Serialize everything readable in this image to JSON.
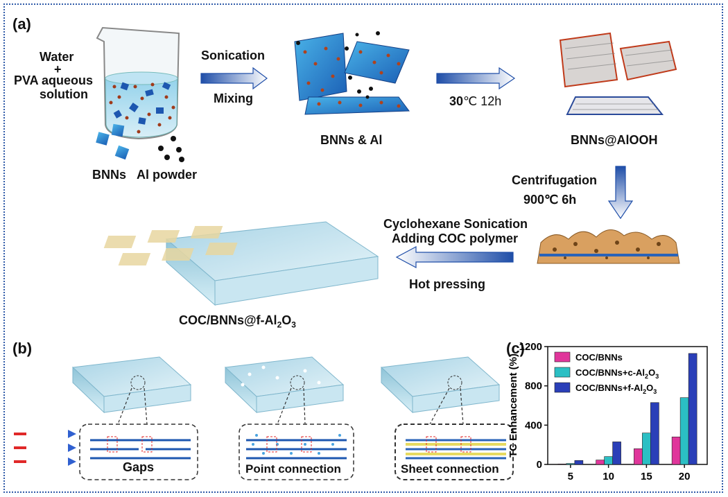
{
  "panel_a": {
    "label": "(a)",
    "water": "Water",
    "plus": "+",
    "pva_line1": "PVA aqueous",
    "pva_line2": "solution",
    "bnns": "BNNs",
    "al_powder": "Al powder",
    "sonication": "Sonication",
    "mixing": "Mixing",
    "bnns_al": "BNNs & Al",
    "temp1_bold": "30",
    "temp1_rest": "℃ 12h",
    "bnns_alooh": "BNNs@AlOOH",
    "centrifugation": "Centrifugation",
    "temp2": "900℃ 6h",
    "cyclohexane": "Cyclohexane Sonication",
    "adding_coc": "Adding COC polymer",
    "hot_pressing": "Hot pressing",
    "product_main": "COC/BNNs@f-Al",
    "product_sub1": "2",
    "product_mid": "O",
    "product_sub2": "3"
  },
  "panel_b": {
    "label": "(b)",
    "gaps": "Gaps",
    "point": "Point connection",
    "sheet": "Sheet connection"
  },
  "panel_c": {
    "label": "(c)"
  },
  "colors": {
    "frame": "#2f5aa8",
    "series_magenta": "#e0369b",
    "series_teal": "#2bbfc4",
    "series_blue": "#2a3fb8",
    "arrow_blue": "#1f4ea8"
  },
  "chart_data": {
    "type": "bar",
    "categories": [
      "5",
      "10",
      "15",
      "20"
    ],
    "series": [
      {
        "name": "COC/BNNs",
        "label_main": "COC/BNNs",
        "label_sub": "",
        "label_tail": "",
        "values": [
          5,
          45,
          160,
          280
        ]
      },
      {
        "name": "COC/BNNs+c-Al2O3",
        "label_main": "COC/BNNs+c-Al",
        "label_sub": "2",
        "label_tail": "O",
        "label_sub2": "3",
        "values": [
          10,
          80,
          320,
          680
        ]
      },
      {
        "name": "COC/BNNs+f-Al2O3",
        "label_main": "COC/BNNs+f-Al",
        "label_sub": "2",
        "label_tail": "O",
        "label_sub2": "3",
        "values": [
          40,
          230,
          630,
          1130
        ]
      }
    ],
    "ylabel": "TC Enhancement (%)",
    "xlabel": "",
    "ylim": [
      0,
      1200
    ],
    "yticks": [
      "0",
      "400",
      "800",
      "1200"
    ],
    "legend": "top-left"
  }
}
